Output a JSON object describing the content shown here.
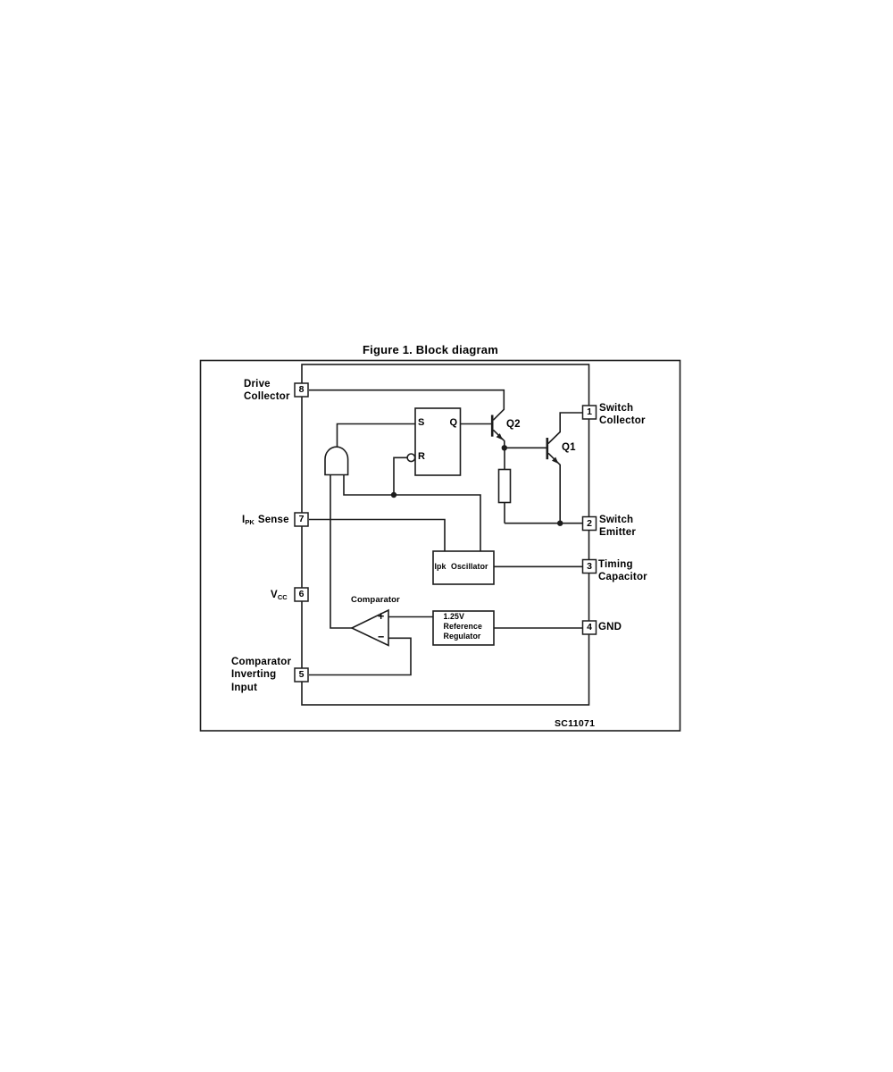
{
  "title": "Figure 1. Block diagram",
  "figure_code": "SC11071",
  "colors": {
    "line": "#1c1c1c",
    "text": "#000000",
    "background": "#ffffff"
  },
  "pins": [
    {
      "number": "8",
      "labels": [
        "Drive",
        "Collector"
      ]
    },
    {
      "number": "7",
      "label_base": "I",
      "label_sub": "PK",
      "label_rest": "Sense"
    },
    {
      "number": "6",
      "label_base": "V",
      "label_sub": "CC",
      "label_rest": ""
    },
    {
      "number": "5",
      "labels": [
        "Comparator",
        "Inverting",
        "Input"
      ]
    },
    {
      "number": "1",
      "labels": [
        "Switch",
        "Collector"
      ]
    },
    {
      "number": "2",
      "labels": [
        "Switch",
        "Emitter"
      ]
    },
    {
      "number": "3",
      "labels": [
        "Timing",
        "Capacitor"
      ]
    },
    {
      "number": "4",
      "labels": [
        "GND"
      ]
    }
  ],
  "blocks": {
    "latch": {
      "set": "S",
      "output": "Q",
      "reset": "R"
    },
    "oscillator": {
      "word1": "Ipk",
      "word2": "Oscillator"
    },
    "reference": {
      "line1": "1.25V",
      "line2": "Reference",
      "line3": "Regulator"
    },
    "comparator": {
      "label": "Comparator",
      "plus": "+",
      "minus": "−"
    }
  },
  "transistors": {
    "q2": "Q2",
    "q1": "Q1"
  }
}
